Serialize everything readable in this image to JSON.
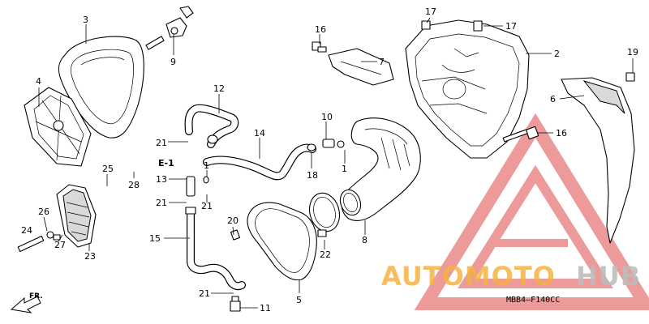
{
  "callouts": [
    {
      "id": "c3",
      "text": "3"
    },
    {
      "id": "c9",
      "text": "9"
    },
    {
      "id": "c4",
      "text": "4"
    },
    {
      "id": "c12",
      "text": "12"
    },
    {
      "id": "c21a",
      "text": "21"
    },
    {
      "id": "e1",
      "text": "E-1"
    },
    {
      "id": "c14",
      "text": "14"
    },
    {
      "id": "c25",
      "text": "25"
    },
    {
      "id": "c28",
      "text": "28"
    },
    {
      "id": "c13",
      "text": "13"
    },
    {
      "id": "c1a",
      "text": "1"
    },
    {
      "id": "c21b",
      "text": "21"
    },
    {
      "id": "c21c",
      "text": "21"
    },
    {
      "id": "c26",
      "text": "26"
    },
    {
      "id": "c24",
      "text": "24"
    },
    {
      "id": "c27",
      "text": "27"
    },
    {
      "id": "c23",
      "text": "23"
    },
    {
      "id": "c15",
      "text": "15"
    },
    {
      "id": "c20",
      "text": "20"
    },
    {
      "id": "c21d",
      "text": "21"
    },
    {
      "id": "c11",
      "text": "11"
    },
    {
      "id": "c5",
      "text": "5"
    },
    {
      "id": "c22",
      "text": "22"
    },
    {
      "id": "c10",
      "text": "10"
    },
    {
      "id": "c18",
      "text": "18"
    },
    {
      "id": "c1b",
      "text": "1"
    },
    {
      "id": "c8",
      "text": "8"
    },
    {
      "id": "c16a",
      "text": "16"
    },
    {
      "id": "c7",
      "text": "7"
    },
    {
      "id": "c17a",
      "text": "17"
    },
    {
      "id": "c17b",
      "text": "17"
    },
    {
      "id": "c2",
      "text": "2"
    },
    {
      "id": "c19",
      "text": "19"
    },
    {
      "id": "c6",
      "text": "6"
    },
    {
      "id": "c16b",
      "text": "16"
    }
  ],
  "diagram_code": "MBB4—F140CC",
  "front_marker": "FR.",
  "watermark": {
    "part1": "AUTOMOTO",
    "part2": "HUB",
    "color_part1": "#f5b342",
    "color_part2": "#bdbdbd",
    "triangle_color": "#e04848"
  }
}
